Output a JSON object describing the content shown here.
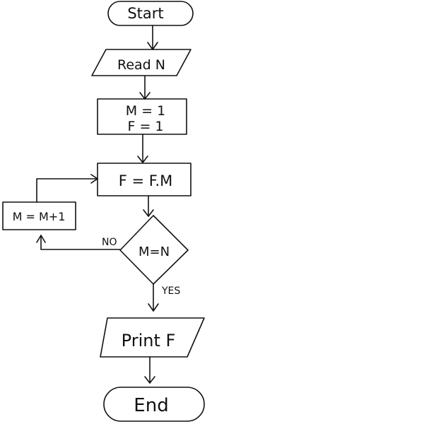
{
  "diagram": {
    "start_label": "Start",
    "read_label": "Read N",
    "init_line1": "M = 1",
    "init_line2": "F = 1",
    "multiply_label": "F = F.M",
    "decision_label": "M=N",
    "no_label": "NO",
    "yes_label": "YES",
    "increment_label": "M = M+1",
    "print_label": "Print F",
    "end_label": "End"
  }
}
